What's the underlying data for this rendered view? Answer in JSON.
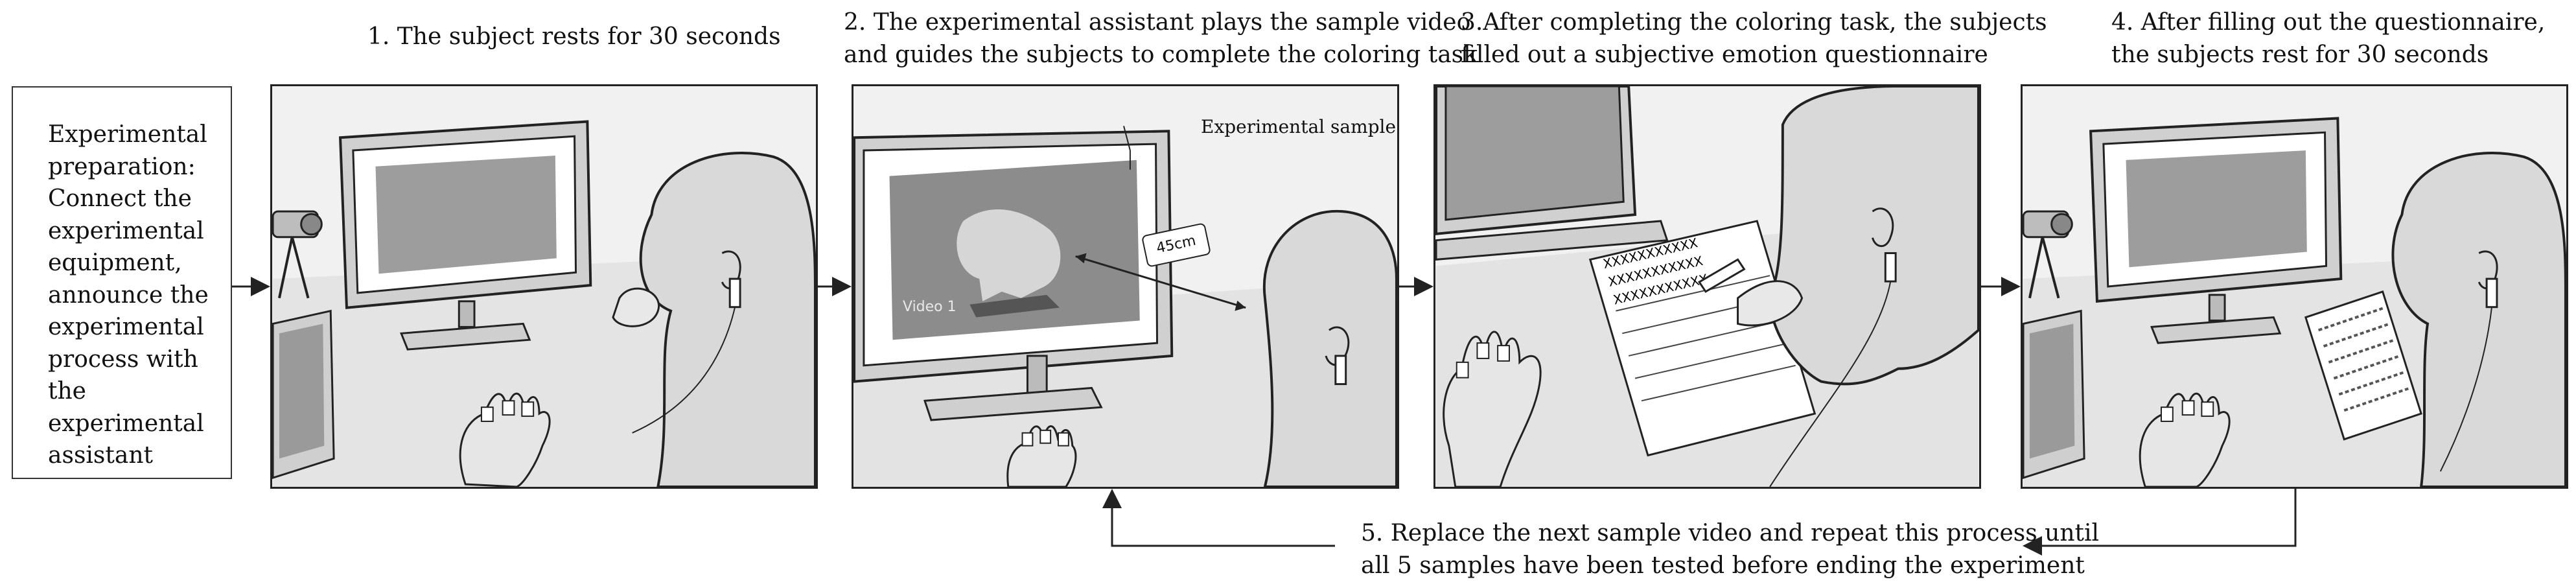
{
  "preparation": {
    "text": "Experimental preparation: Connect the experimental equipment, announce the experimental process with the experimental assistant"
  },
  "steps": [
    {
      "caption_lines": [
        "1. The subject rests for 30 seconds"
      ]
    },
    {
      "caption_lines": [
        "2. The experimental assistant plays the sample video",
        "and guides the subjects to complete the coloring task"
      ],
      "sample_label": "Experimental sample",
      "distance_label": "45cm",
      "video_label": "Video 1"
    },
    {
      "caption_lines": [
        "3.After completing the coloring task, the subjects",
        "filled out a subjective emotion questionnaire"
      ],
      "sheet_text": [
        "XXXXXXXXXXX",
        "XXXXXXXXXXX",
        "XXXXXXXXXXX"
      ]
    },
    {
      "caption_lines": [
        "4. After filling out the questionnaire,",
        "the subjects rest for 30 seconds"
      ]
    }
  ],
  "loop": {
    "caption_lines": [
      "5. Replace the next sample video and repeat this process until",
      "all 5 samples have been tested before ending the experiment"
    ]
  },
  "colors": {
    "line": "#222222",
    "panel_bg": "#f1f1f1",
    "skin": "#d9d9d9",
    "screen": "#8c8c8c"
  }
}
